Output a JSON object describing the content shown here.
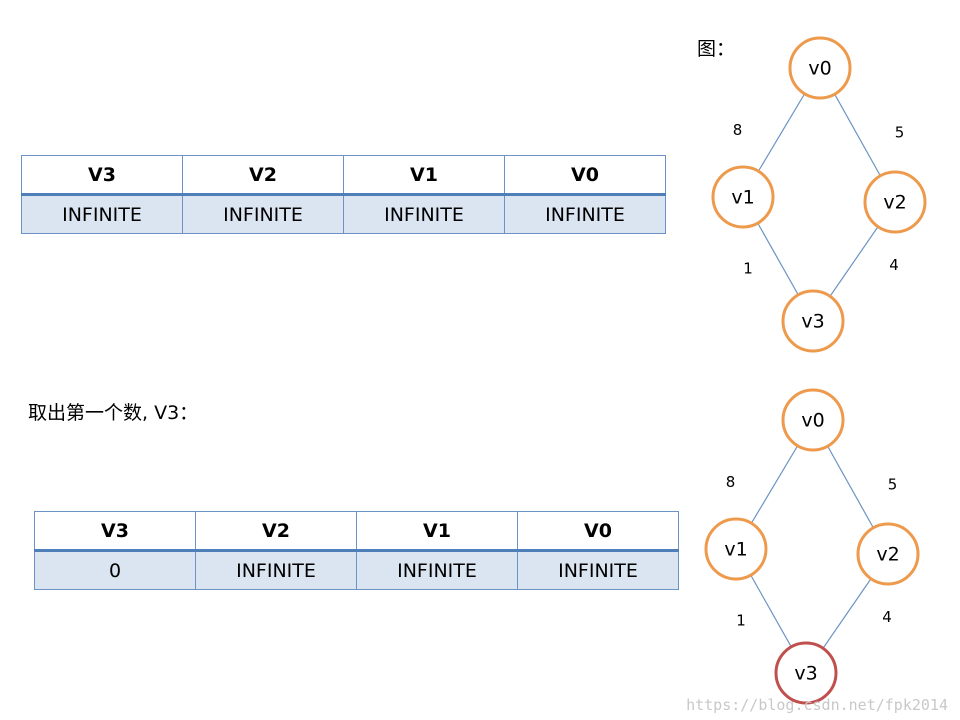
{
  "colors": {
    "node_default": "#ee9a4d",
    "node_selected": "#c0504d",
    "edge": "#6c93c3",
    "table_header_border": "#4f7fb8",
    "table_row_fill": "#dbe5f1"
  },
  "graph_caption": "图：",
  "step_caption": "取出第一个数, V3：",
  "tables": [
    {
      "headers": [
        "V3",
        "V2",
        "V1",
        "V0"
      ],
      "values": [
        "INFINITE",
        "INFINITE",
        "INFINITE",
        "INFINITE"
      ]
    },
    {
      "headers": [
        "V3",
        "V2",
        "V1",
        "V0"
      ],
      "values": [
        "0",
        "INFINITE",
        "INFINITE",
        "INFINITE"
      ]
    }
  ],
  "graphs": [
    {
      "nodes": [
        {
          "id": "v0",
          "label": "v0",
          "selected": false
        },
        {
          "id": "v1",
          "label": "v1",
          "selected": false
        },
        {
          "id": "v2",
          "label": "v2",
          "selected": false
        },
        {
          "id": "v3",
          "label": "v3",
          "selected": false
        }
      ],
      "edges": [
        {
          "from": "v0",
          "to": "v1",
          "weight": "8"
        },
        {
          "from": "v0",
          "to": "v2",
          "weight": "5"
        },
        {
          "from": "v1",
          "to": "v3",
          "weight": "1"
        },
        {
          "from": "v2",
          "to": "v3",
          "weight": "4"
        }
      ]
    },
    {
      "nodes": [
        {
          "id": "v0",
          "label": "v0",
          "selected": false
        },
        {
          "id": "v1",
          "label": "v1",
          "selected": false
        },
        {
          "id": "v2",
          "label": "v2",
          "selected": false
        },
        {
          "id": "v3",
          "label": "v3",
          "selected": true
        }
      ],
      "edges": [
        {
          "from": "v0",
          "to": "v1",
          "weight": "8"
        },
        {
          "from": "v0",
          "to": "v2",
          "weight": "5"
        },
        {
          "from": "v1",
          "to": "v3",
          "weight": "1"
        },
        {
          "from": "v2",
          "to": "v3",
          "weight": "4"
        }
      ]
    }
  ],
  "watermark": "https://blog.csdn.net/fpk2014"
}
